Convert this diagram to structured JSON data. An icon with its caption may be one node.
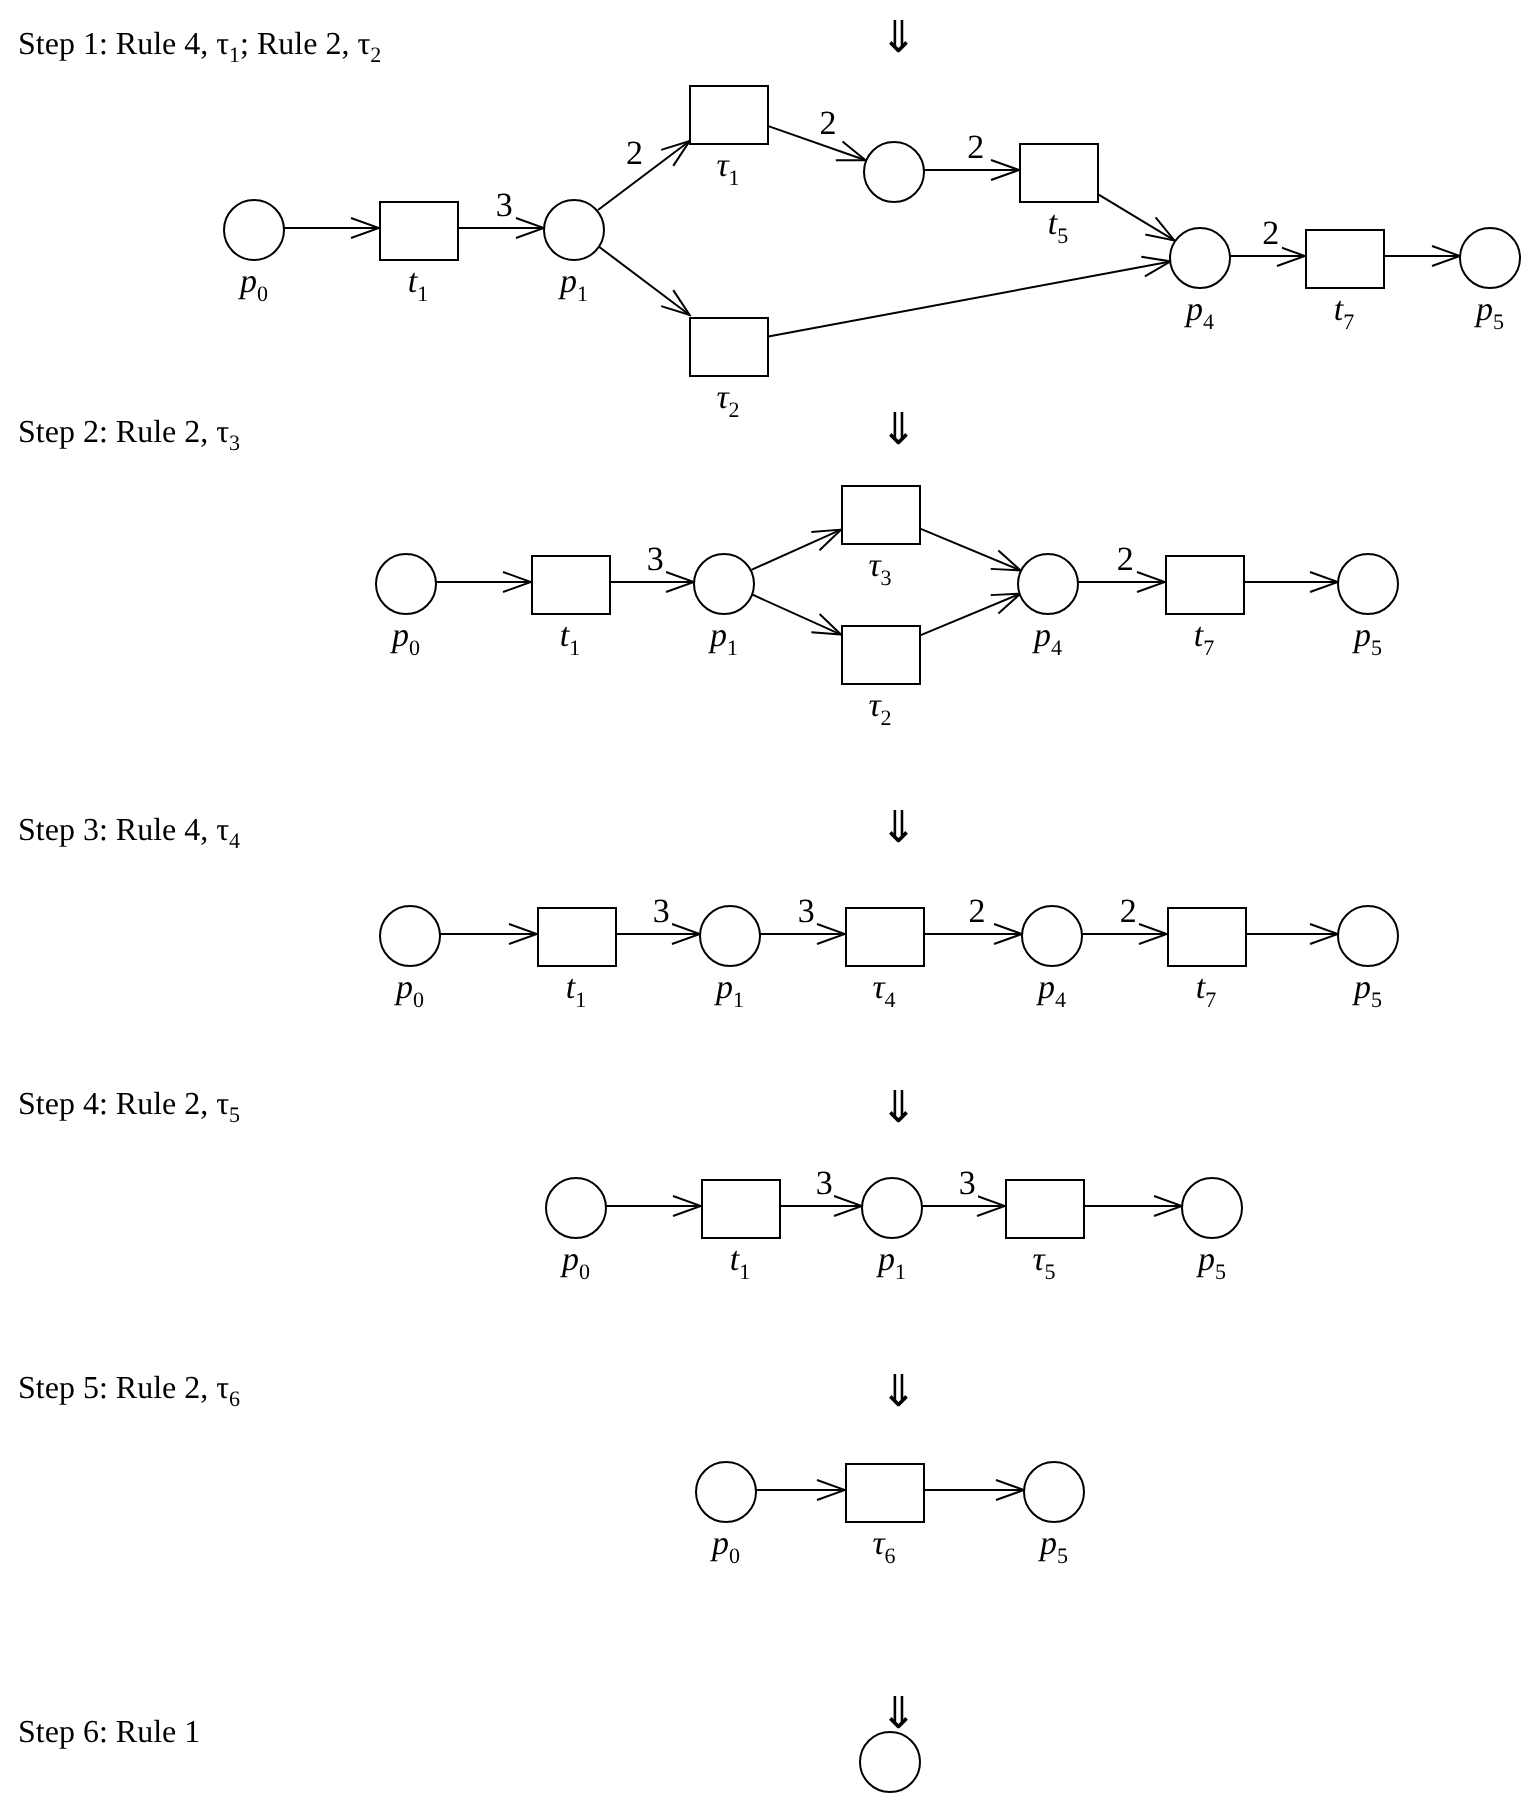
{
  "diagram": {
    "nodes": [
      {
        "text": [
          "p$_{0}$"
        ]
      },
      {
        "text": [
          "t$_{1}$"
        ]
      },
      {
        "text": [
          "p$_{1}$"
        ]
      },
      {
        "text": [
          "τ$_{1}$"
        ]
      },
      {
        "text": [
          "τ$_{2}$"
        ]
      },
      {
        "text": [],
        "shape": "circle"
      },
      {
        "text": [
          "t$_{5}$"
        ]
      },
      {
        "text": [
          "p$_{4}$"
        ]
      },
      {
        "text": [
          "t$_{7}$"
        ]
      },
      {
        "text": [
          "p$_{5}$"
        ]
      },
      {
        "text": [
          "p$_{0}$"
        ]
      },
      {
        "text": [
          "t$_{1}$"
        ]
      },
      {
        "text": [
          "p$_{1}$"
        ]
      },
      {
        "text": [
          "τ$_{3}$"
        ]
      },
      {
        "text": [
          "τ$_{2}$"
        ]
      },
      {
        "text": [
          "p$_{4}$"
        ]
      },
      {
        "text": [
          "t$_{7}$"
        ]
      },
      {
        "text": [
          "p$_{5}$"
        ]
      },
      {
        "text": [
          "p$_{0}$"
        ]
      },
      {
        "text": [
          "t$_{1}$"
        ]
      },
      {
        "text": [
          "p$_{1}$"
        ]
      },
      {
        "text": [
          "τ$_{4}$"
        ]
      },
      {
        "text": [
          "p$_{4}$"
        ]
      },
      {
        "text": [
          "t$_{7}$"
        ]
      },
      {
        "text": [
          "p$_{5}$"
        ]
      },
      {
        "text": [
          "p$_{0}$"
        ]
      },
      {
        "text": [
          "t$_{1}$"
        ]
      },
      {
        "text": [
          "p$_{1}$"
        ]
      },
      {
        "text": [
          "τ$_{5}$"
        ]
      },
      {
        "text": [
          "p$_{5}$"
        ]
      },
      {
        "text": [
          "p$_{0}$"
        ]
      },
      {
        "text": [
          "τ$_{6}$"
        ]
      },
      {
        "text": [
          "p$_{5}$"
        ]
      },
      {
        "text": [],
        "shape": "circle"
      }
    ],
    "edges": [
      {
        "from": 0,
        "to": 1,
        "arrow": "to"
      },
      {
        "from": 1,
        "to": 2,
        "arrow": "to",
        "label": "3"
      },
      {
        "from": 2,
        "to": 3,
        "arrow": "to",
        "label": "2"
      },
      {
        "from": 2,
        "to": 4,
        "arrow": "to"
      },
      {
        "from": 3,
        "to": 5,
        "arrow": "to",
        "label": "2"
      },
      {
        "from": 5,
        "to": 6,
        "arrow": "to",
        "label": "2"
      },
      {
        "from": 6,
        "to": 7,
        "arrow": "to"
      },
      {
        "from": 4,
        "to": 7,
        "arrow": "to"
      },
      {
        "from": 7,
        "to": 8,
        "arrow": "to",
        "label": "2"
      },
      {
        "from": 8,
        "to": 9,
        "arrow": "to"
      },
      {
        "from": 10,
        "to": 11,
        "arrow": "to"
      },
      {
        "from": 11,
        "to": 12,
        "arrow": "to",
        "label": "3"
      },
      {
        "from": 12,
        "to": 13,
        "arrow": "to"
      },
      {
        "from": 12,
        "to": 14,
        "arrow": "to"
      },
      {
        "from": 13,
        "to": 15,
        "arrow": "to"
      },
      {
        "from": 14,
        "to": 15,
        "arrow": "to"
      },
      {
        "from": 15,
        "to": 16,
        "arrow": "to",
        "label": "2"
      },
      {
        "from": 16,
        "to": 17,
        "arrow": "to"
      },
      {
        "from": 18,
        "to": 19,
        "arrow": "to"
      },
      {
        "from": 19,
        "to": 20,
        "arrow": "to",
        "label": "3"
      },
      {
        "from": 20,
        "to": 21,
        "arrow": "to",
        "label": "3"
      },
      {
        "from": 21,
        "to": 22,
        "arrow": "to",
        "label": "2"
      },
      {
        "from": 22,
        "to": 23,
        "arrow": "to",
        "label": "2"
      },
      {
        "from": 23,
        "to": 24,
        "arrow": "to"
      },
      {
        "from": 25,
        "to": 26,
        "arrow": "to"
      },
      {
        "from": 26,
        "to": 27,
        "arrow": "to",
        "label": "3"
      },
      {
        "from": 27,
        "to": 28,
        "arrow": "to",
        "label": "3"
      },
      {
        "from": 28,
        "to": 29,
        "arrow": "to"
      },
      {
        "from": 30,
        "to": 31,
        "arrow": "to"
      },
      {
        "from": 31,
        "to": 32,
        "arrow": "to"
      }
    ],
    "labels": [
      "Step 1: Rule 4, τ$_{1}$; Rule 2, τ$_{2}$",
      "⇓",
      "Step 2: Rule 2, τ$_{3}$",
      "⇓",
      "Step 3: Rule 4, τ$_{4}$",
      "⇓",
      "Step 4: Rule 2, τ$_{5}$",
      "⇓",
      "Step 5: Rule 2, τ$_{6}$",
      "⇓",
      "Step 6: Rule 1",
      "⇓"
    ]
  }
}
